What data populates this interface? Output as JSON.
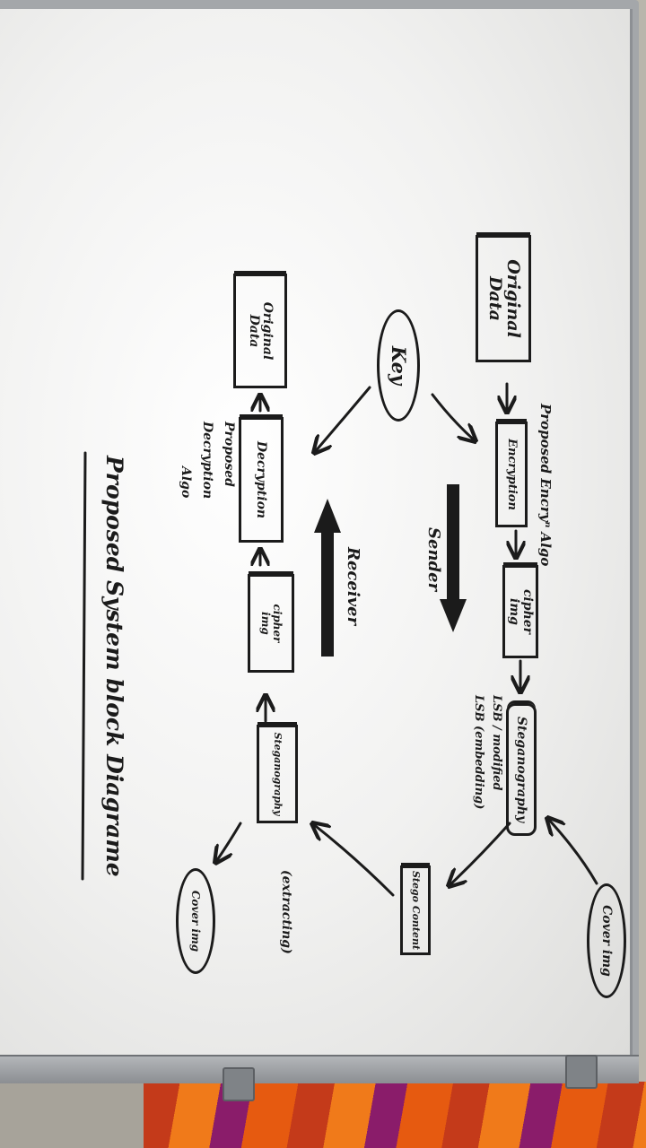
{
  "diagram": {
    "title": "Proposed System block Diagrame",
    "nodes": {
      "original_data_top": [
        "Original",
        "Data"
      ],
      "encryption": "Encryption",
      "cipher_top": [
        "cipher",
        "img"
      ],
      "steganography_top": "Steganography",
      "stego_content": "Stego Content",
      "cover_img_top": "Cover img",
      "key": "Key",
      "decryption": "Decryption",
      "original_data_bottom": [
        "Original",
        "Data"
      ],
      "cipher_bottom": [
        "cipher",
        "img"
      ],
      "steganography_bottom": "Steganography",
      "cover_img_bottom": "Cover img"
    },
    "annotations": {
      "enc_algo": "Proposed Encryⁿ Algo",
      "lsb_1": "LSB / modified",
      "lsb_2": "LSB (embedding)",
      "sender": "Sender",
      "receiver": "Receiver",
      "extracting": "(extracting)",
      "dec_algo_1": "Proposed",
      "dec_algo_2": "Decryption",
      "dec_algo_3": "Algo"
    },
    "colors": {
      "ink": "#1b1b1b",
      "board": "#f4f4f3",
      "frame": "#a4a7aa"
    }
  }
}
